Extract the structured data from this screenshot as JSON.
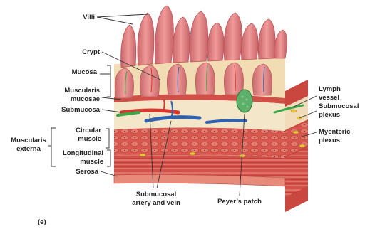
{
  "labels": {
    "villi": "Villi",
    "crypt": "Crypt",
    "mucosa": "Mucosa",
    "muscularis_mucosae_1": "Muscularis",
    "muscularis_mucosae_2": "mucosae",
    "submucosa": "Submucosa",
    "muscularis_externa_1": "Muscularis",
    "muscularis_externa_2": "externa",
    "circular_muscle_1": "Circular",
    "circular_muscle_2": "muscle",
    "longitudinal_muscle_1": "Longitudinal",
    "longitudinal_muscle_2": "muscle",
    "serosa": "Serosa",
    "submucosal_vessels_1": "Submucosal",
    "submucosal_vessels_2": "artery and vein",
    "peyers_patch": "Peyer’s patch",
    "lymph_vessel_1": "Lymph",
    "lymph_vessel_2": "vessel",
    "submucosal_plexus_1": "Submucosal",
    "submucosal_plexus_2": "plexus",
    "myenteric_plexus_1": "Myenteric",
    "myenteric_plexus_2": "plexus"
  },
  "panel_label": "(e)",
  "colors": {
    "mucosa_fill": "#f2dcb4",
    "villus_fill": "#e2878a",
    "villus_edge": "#b9555a",
    "muscle_red": "#d9584f",
    "muscle_dark": "#a8332f",
    "submucosa_fill": "#f4e6c8",
    "artery": "#d8362f",
    "vein": "#2f62b0",
    "lymph": "#3aa64a",
    "nerve": "#e8c23a",
    "peyers_patch": "#5db06a"
  }
}
